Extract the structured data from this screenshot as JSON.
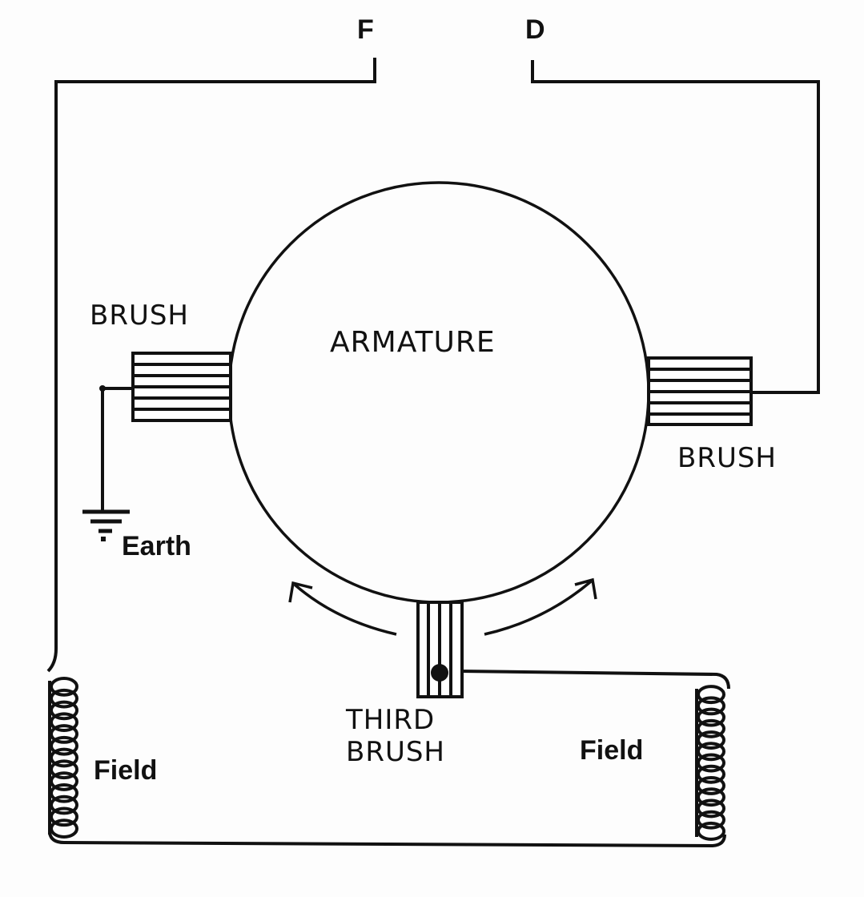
{
  "terminals": {
    "f": "F",
    "d": "D"
  },
  "labels": {
    "armature": "ARMATURE",
    "brush_left": "BRUSH",
    "brush_right": "BRUSH",
    "earth": "Earth",
    "third_brush_line1": "THIRD",
    "third_brush_line2": "BRUSH",
    "field_left": "Field",
    "field_right": "Field"
  }
}
